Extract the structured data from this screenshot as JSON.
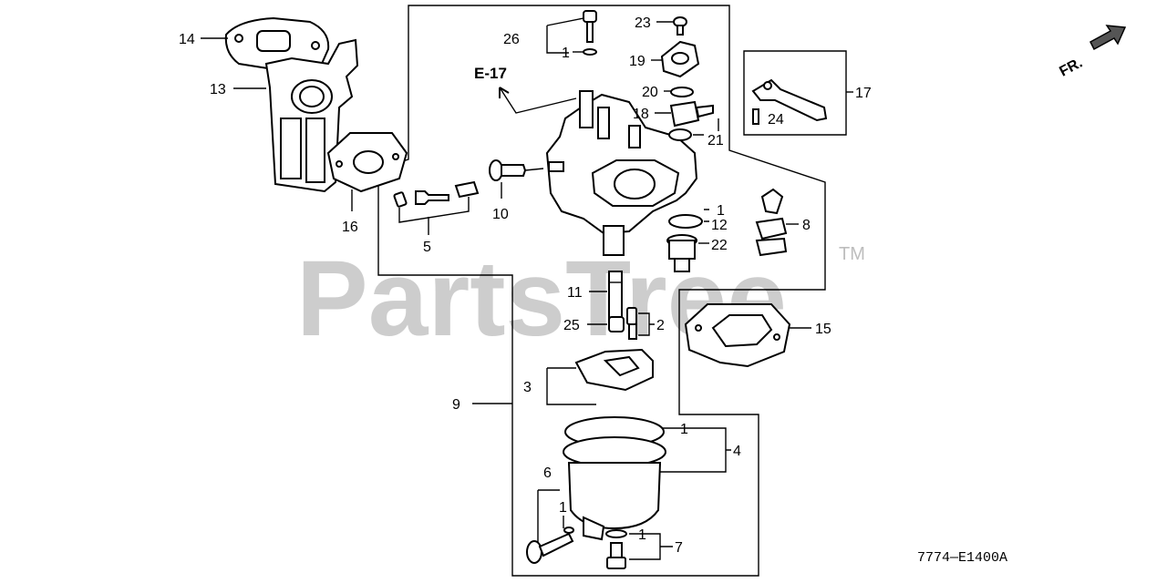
{
  "diagram": {
    "ref_label": "E-17",
    "front_label": "FR.",
    "drawing_code": "7774—E1400A",
    "watermark": "PartsTree",
    "watermark_tm": "TM",
    "callouts": {
      "c14": "14",
      "c13": "13",
      "c16": "16",
      "c5": "5",
      "c10": "10",
      "c26": "26",
      "c1_top": "1",
      "c23": "23",
      "c19": "19",
      "c20": "20",
      "c18": "18",
      "c21": "21",
      "c17": "17",
      "c24": "24",
      "c1_12": "1",
      "c12": "12",
      "c22": "22",
      "c8": "8",
      "c11": "11",
      "c25": "25",
      "c2": "2",
      "c15": "15",
      "c3": "3",
      "c9": "9",
      "c1_4": "1",
      "c4": "4",
      "c6": "6",
      "c1_6": "1",
      "c1_7": "1",
      "c7": "7"
    }
  }
}
